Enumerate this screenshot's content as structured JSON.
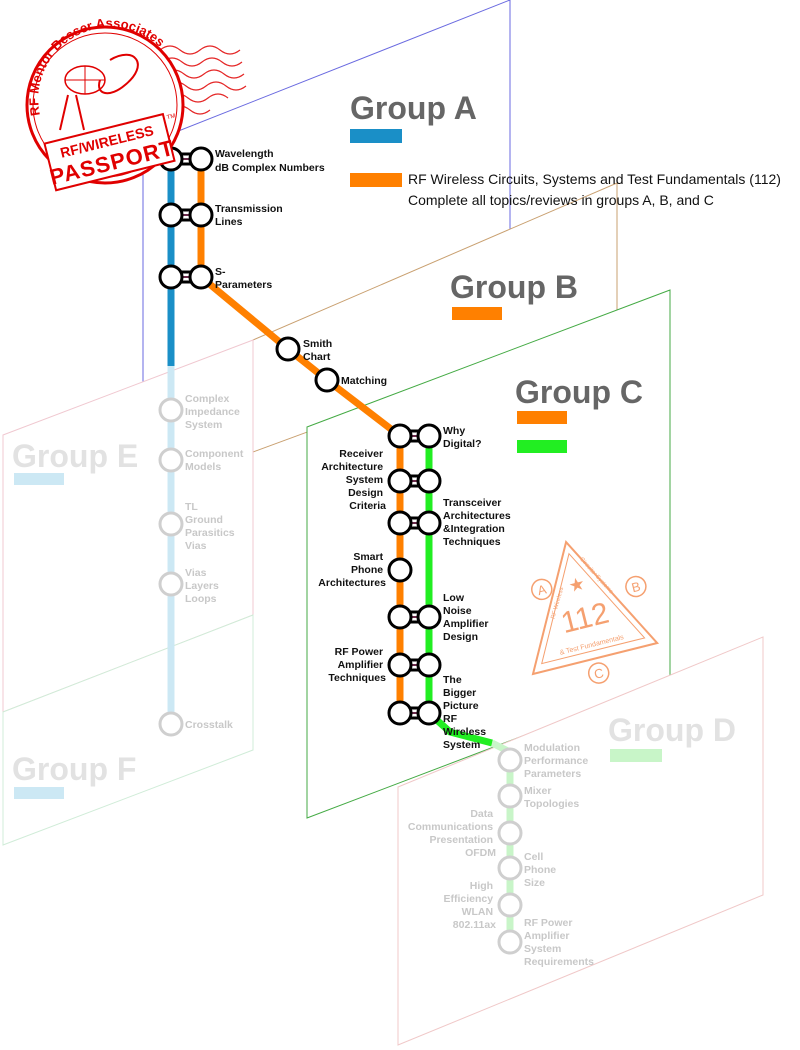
{
  "groups": {
    "a": {
      "title": "Group A"
    },
    "b": {
      "title": "Group B"
    },
    "c": {
      "title": "Group C"
    },
    "d": {
      "title": "Group D"
    },
    "e": {
      "title": "Group E"
    },
    "f": {
      "title": "Group F"
    }
  },
  "legend": {
    "line1": "RF Wireless Circuits, Systems and Test Fundamentals (112)",
    "line2": "Complete all topics/reviews in groups A, B, and C"
  },
  "colors": {
    "blue": "#1a8fc7",
    "orange": "#ff8000",
    "green": "#22ee22",
    "light_blue": "#cce8f4",
    "light_green": "#c8f5c8",
    "dark_gray": "#666666",
    "light_gray": "#e0e0e0",
    "stamp_red": "#e00000",
    "stamp_orange": "#f5a070"
  },
  "stamp": {
    "arc": "RF Mentor Besser Associates",
    "line1": "RF/WIRELESS",
    "line2": "PASSPORT",
    "tm": "TM"
  },
  "badge": {
    "number": "112",
    "a": "A",
    "b": "B",
    "c": "C",
    "side_left": "RF Wireless",
    "side_right": "Circuits+Systems",
    "bottom": "& Test Fundamentals"
  },
  "stops": {
    "wavelength": [
      "Wavelength",
      "dB Complex Numbers"
    ],
    "transmission_lines": [
      "Transmission",
      "Lines"
    ],
    "s_parameters": [
      "S-",
      "Parameters"
    ],
    "smith_chart": [
      "Smith",
      "Chart"
    ],
    "matching": [
      "Matching"
    ],
    "why_digital": [
      "Why",
      "Digital?"
    ],
    "receiver": [
      "Receiver",
      "Architecture",
      "System",
      "Design",
      "Criteria"
    ],
    "transceiver": [
      "Transceiver",
      "Architectures",
      "&Integration",
      "Techniques"
    ],
    "smart_phone": [
      "Smart",
      "Phone",
      "Architectures"
    ],
    "lna": [
      "Low",
      "Noise",
      "Amplifier",
      "Design"
    ],
    "rf_power_amp": [
      "RF Power",
      "Amplifier",
      "Techniques"
    ],
    "bigger_picture": [
      "The",
      "Bigger",
      "Picture",
      "RF",
      "Wireless",
      "System"
    ],
    "complex_impedance": [
      "Complex",
      "Impedance",
      "System"
    ],
    "component_models": [
      "Component",
      "Models"
    ],
    "tl_ground": [
      "TL",
      "Ground",
      "Parasitics",
      "Vias"
    ],
    "vias_layers": [
      "Vias",
      "Layers",
      "Loops"
    ],
    "crosstalk": [
      "Crosstalk"
    ],
    "modulation": [
      "Modulation",
      "Performance",
      "Parameters"
    ],
    "mixer": [
      "Mixer",
      "Topologies"
    ],
    "data_comm": [
      "Data",
      "Communications",
      "Presentation",
      "OFDM"
    ],
    "cell_phone": [
      "Cell",
      "Phone",
      "Size"
    ],
    "high_efficiency": [
      "High",
      "Efficiency",
      "WLAN",
      "802.11ax"
    ],
    "rf_pa_system": [
      "RF Power",
      "Amplifier",
      "System",
      "Requirements"
    ]
  }
}
